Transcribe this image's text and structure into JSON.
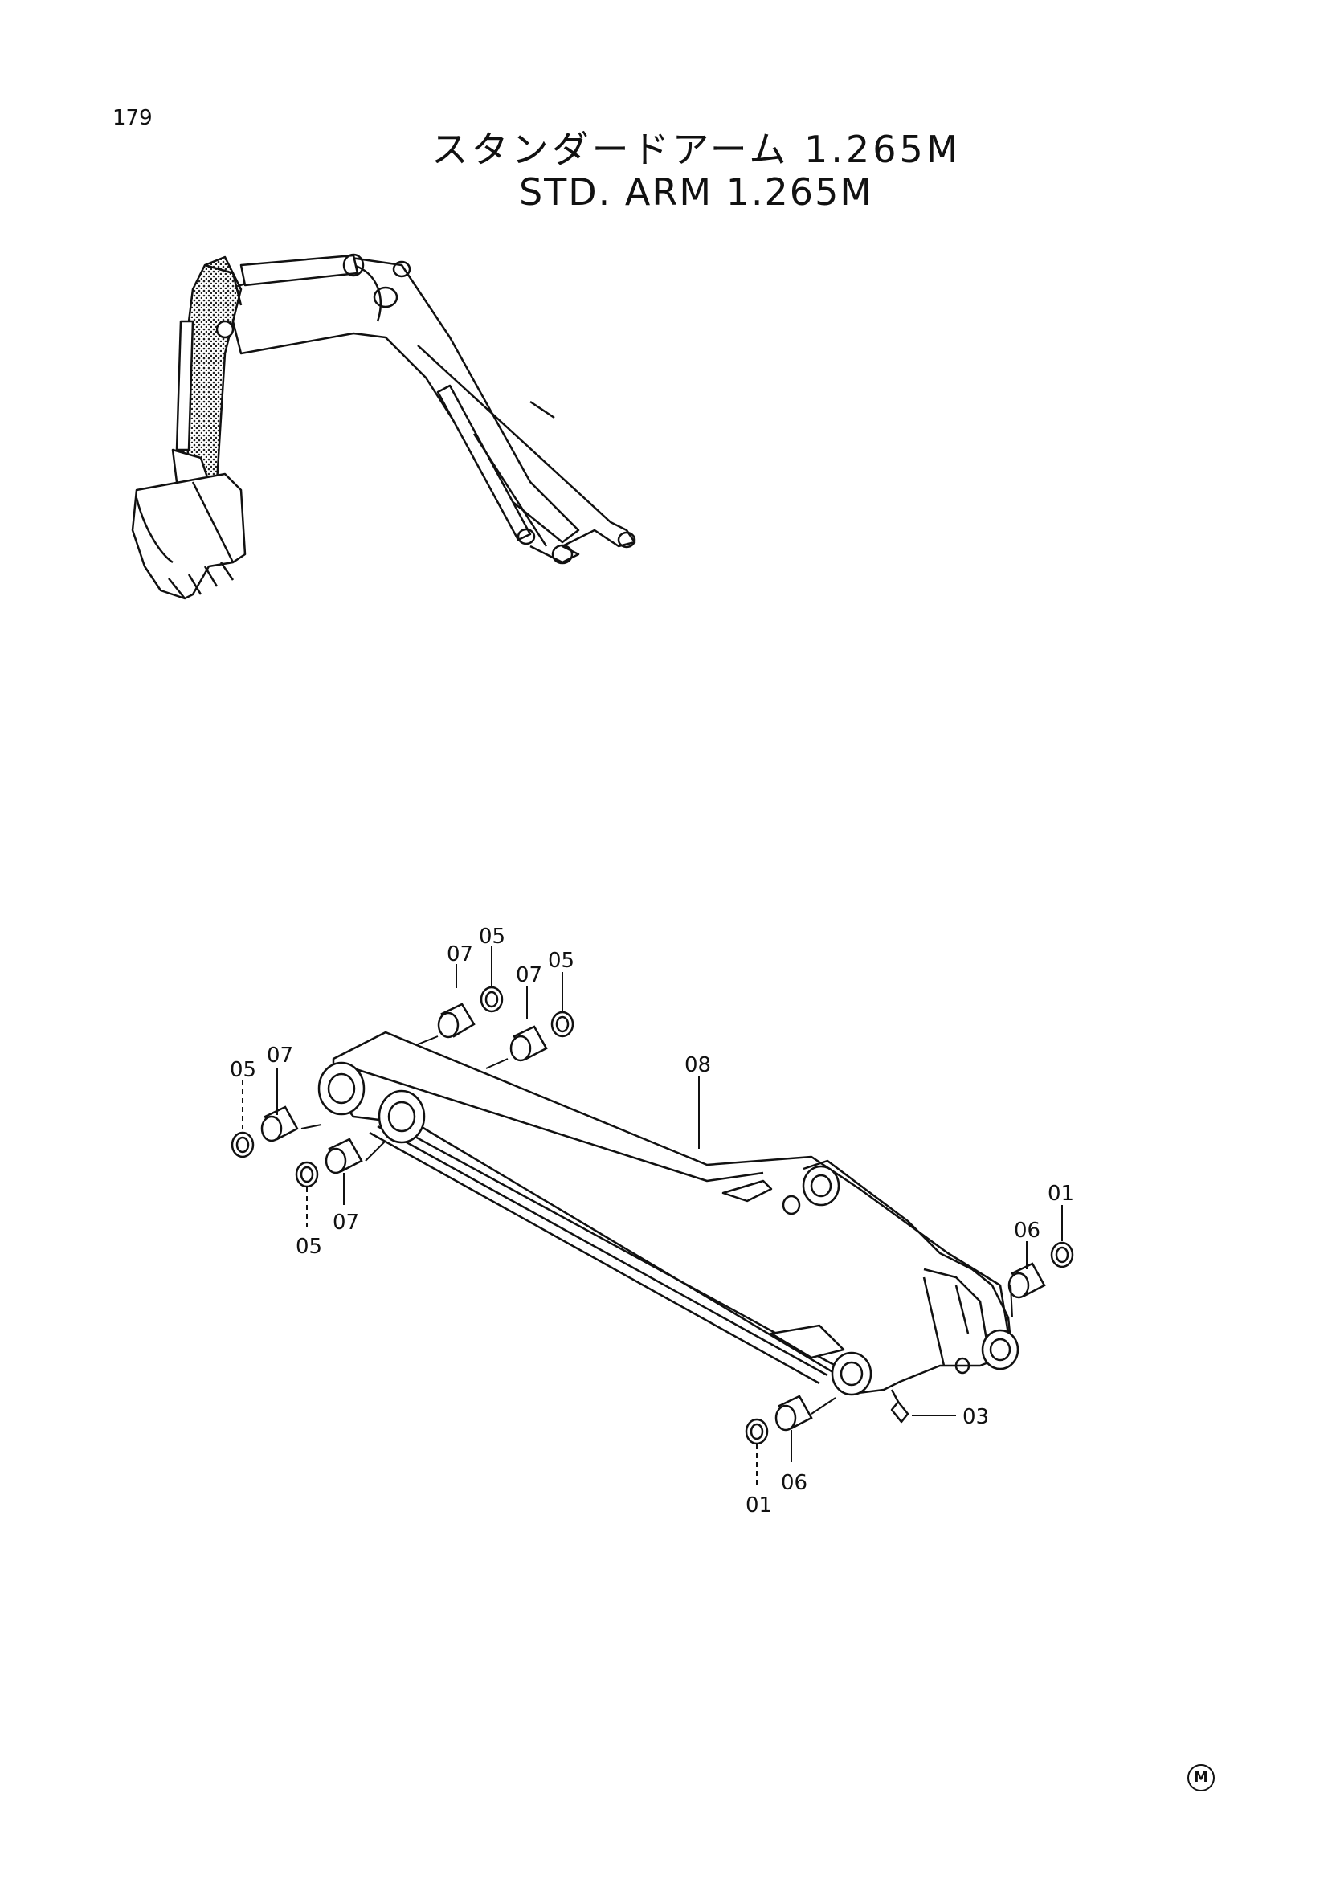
{
  "page_number": "179",
  "title_jp": "スタンダードアーム 1.265M",
  "title_en": "STD. ARM 1.265M",
  "callouts": {
    "c07a": "07",
    "c05a": "05",
    "c07b": "07",
    "c05b": "05",
    "c05c": "05",
    "c07c": "07",
    "c05d": "05",
    "c07d": "07",
    "c08": "08",
    "c06a": "06",
    "c01a": "01",
    "c03": "03",
    "c01b": "01",
    "c06b": "06"
  },
  "corner_mark": "M"
}
